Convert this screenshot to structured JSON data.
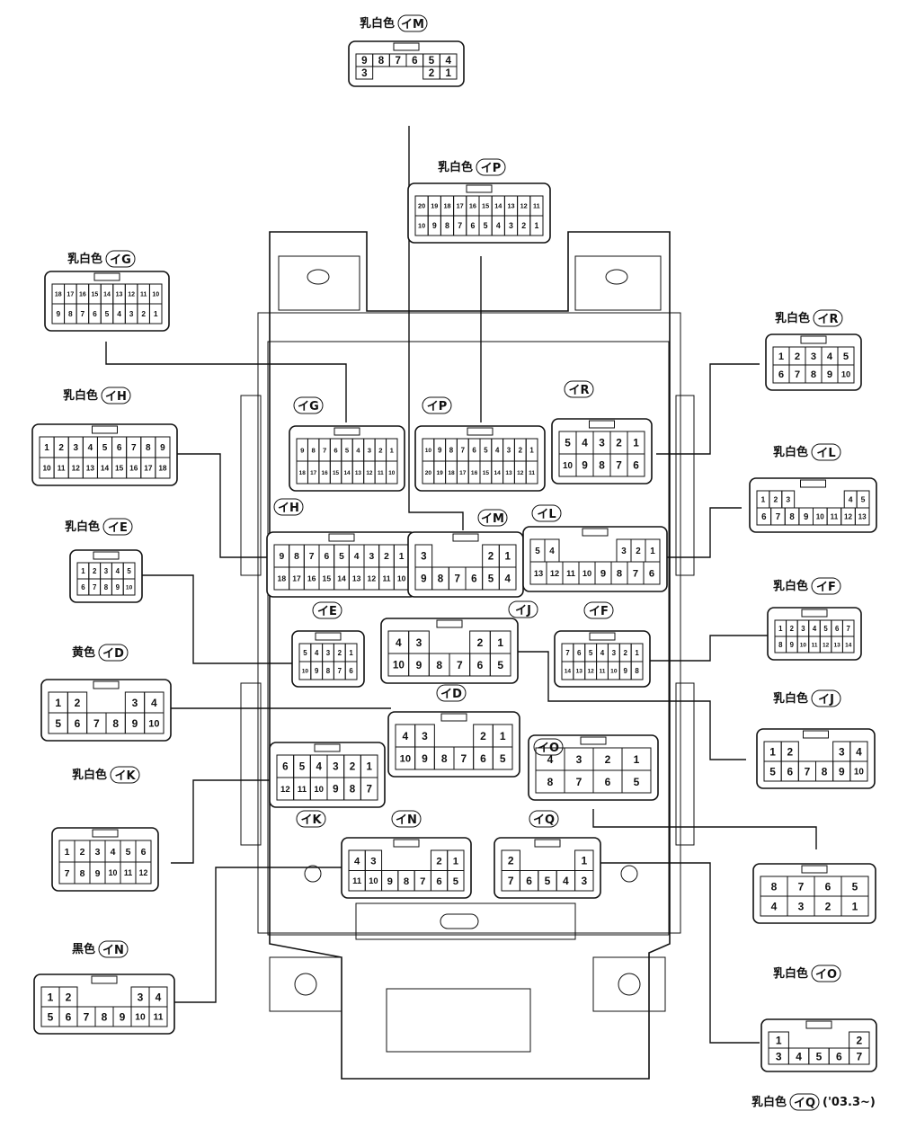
{
  "title": "Junction block connector diagram",
  "colors": {
    "ink": "#111111",
    "paper": "#ffffff"
  },
  "color_words": {
    "milky_white": "乳白色",
    "yellow": "黄色",
    "black": "黒色"
  },
  "connectors": [
    {
      "id": "イM",
      "color": "乳白色",
      "rows": [
        [
          "9",
          "8",
          "7",
          "6",
          "5",
          "4"
        ],
        [
          "3",
          "",
          "",
          "",
          "2",
          "1"
        ]
      ]
    },
    {
      "id": "イP",
      "color": "乳白色",
      "rows": [
        [
          "20",
          "19",
          "18",
          "17",
          "16",
          "15",
          "14",
          "13",
          "12",
          "11"
        ],
        [
          "10",
          "9",
          "8",
          "7",
          "6",
          "5",
          "4",
          "3",
          "2",
          "1"
        ]
      ]
    },
    {
      "id": "イG",
      "color": "乳白色",
      "rows": [
        [
          "18",
          "17",
          "16",
          "15",
          "14",
          "13",
          "12",
          "11",
          "10"
        ],
        [
          "9",
          "8",
          "7",
          "6",
          "5",
          "4",
          "3",
          "2",
          "1"
        ]
      ]
    },
    {
      "id": "イR",
      "color": "乳白色",
      "rows": [
        [
          "1",
          "2",
          "3",
          "4",
          "5"
        ],
        [
          "6",
          "7",
          "8",
          "9",
          "10"
        ]
      ]
    },
    {
      "id": "イH",
      "color": "乳白色",
      "rows": [
        [
          "1",
          "2",
          "3",
          "4",
          "5",
          "6",
          "7",
          "8",
          "9"
        ],
        [
          "10",
          "11",
          "12",
          "13",
          "14",
          "15",
          "16",
          "17",
          "18"
        ]
      ]
    },
    {
      "id": "イL",
      "color": "乳白色",
      "rows": [
        [
          "1",
          "2",
          "3",
          "",
          "",
          "",
          "",
          "4",
          "5"
        ],
        [
          "6",
          "7",
          "8",
          "9",
          "10",
          "11",
          "12",
          "13"
        ]
      ]
    },
    {
      "id": "イE",
      "color": "乳白色",
      "rows": [
        [
          "1",
          "2",
          "3",
          "4",
          "5"
        ],
        [
          "6",
          "7",
          "8",
          "9",
          "10"
        ]
      ]
    },
    {
      "id": "イF",
      "color": "乳白色",
      "rows": [
        [
          "1",
          "2",
          "3",
          "4",
          "5",
          "6",
          "7"
        ],
        [
          "8",
          "9",
          "10",
          "11",
          "12",
          "13",
          "14"
        ]
      ]
    },
    {
      "id": "イD",
      "color": "黄色",
      "rows": [
        [
          "1",
          "2",
          "",
          "",
          "3",
          "4"
        ],
        [
          "5",
          "6",
          "7",
          "8",
          "9",
          "10"
        ]
      ]
    },
    {
      "id": "イJ",
      "color": "乳白色",
      "rows": [
        [
          "1",
          "2",
          "",
          "",
          "3",
          "4"
        ],
        [
          "5",
          "6",
          "7",
          "8",
          "9",
          "10"
        ]
      ]
    },
    {
      "id": "イK",
      "color": "乳白色",
      "rows": [
        [
          "1",
          "2",
          "3",
          "4",
          "5",
          "6"
        ],
        [
          "7",
          "8",
          "9",
          "10",
          "11",
          "12"
        ]
      ]
    },
    {
      "id": "イO",
      "color": "乳白色",
      "rows": [
        [
          "8",
          "7",
          "6",
          "5"
        ],
        [
          "4",
          "3",
          "2",
          "1"
        ]
      ]
    },
    {
      "id": "イN",
      "color": "黒色",
      "rows": [
        [
          "1",
          "2",
          "",
          "",
          "",
          "3",
          "4"
        ],
        [
          "5",
          "6",
          "7",
          "8",
          "9",
          "10",
          "11"
        ]
      ]
    },
    {
      "id": "イQ",
      "color": "乳白色",
      "note": "('03.3~)",
      "rows": [
        [
          "1",
          "",
          "",
          "",
          "2"
        ],
        [
          "3",
          "4",
          "5",
          "6",
          "7"
        ]
      ]
    }
  ],
  "block_connectors": [
    {
      "id": "イG",
      "rows": [
        [
          "9",
          "8",
          "7",
          "6",
          "5",
          "4",
          "3",
          "2",
          "1"
        ],
        [
          "18",
          "17",
          "16",
          "15",
          "14",
          "13",
          "12",
          "11",
          "10"
        ]
      ]
    },
    {
      "id": "イP",
      "rows": [
        [
          "10",
          "9",
          "8",
          "7",
          "6",
          "5",
          "4",
          "3",
          "2",
          "1"
        ],
        [
          "20",
          "19",
          "18",
          "17",
          "16",
          "15",
          "14",
          "13",
          "12",
          "11"
        ]
      ]
    },
    {
      "id": "イR",
      "rows": [
        [
          "5",
          "4",
          "3",
          "2",
          "1"
        ],
        [
          "10",
          "9",
          "8",
          "7",
          "6"
        ]
      ]
    },
    {
      "id": "イH",
      "rows": [
        [
          "9",
          "8",
          "7",
          "6",
          "5",
          "4",
          "3",
          "2",
          "1"
        ],
        [
          "18",
          "17",
          "16",
          "15",
          "14",
          "13",
          "12",
          "11",
          "10"
        ]
      ]
    },
    {
      "id": "イM",
      "rows": [
        [
          "3",
          "",
          "",
          "",
          "2",
          "1"
        ],
        [
          "9",
          "8",
          "7",
          "6",
          "5",
          "4"
        ]
      ]
    },
    {
      "id": "イL",
      "rows": [
        [
          "5",
          "4",
          "",
          "",
          "",
          "",
          "3",
          "2",
          "1"
        ],
        [
          "13",
          "12",
          "11",
          "10",
          "9",
          "8",
          "7",
          "6"
        ]
      ]
    },
    {
      "id": "イE",
      "rows": [
        [
          "5",
          "4",
          "3",
          "2",
          "1"
        ],
        [
          "10",
          "9",
          "8",
          "7",
          "6"
        ]
      ]
    },
    {
      "id": "イJ",
      "rows": [
        [
          "4",
          "3",
          "",
          "",
          "2",
          "1"
        ],
        [
          "10",
          "9",
          "8",
          "7",
          "6",
          "5"
        ]
      ]
    },
    {
      "id": "イF",
      "rows": [
        [
          "7",
          "6",
          "5",
          "4",
          "3",
          "2",
          "1"
        ],
        [
          "14",
          "13",
          "12",
          "11",
          "10",
          "9",
          "8"
        ]
      ]
    },
    {
      "id": "イD",
      "rows": [
        [
          "4",
          "3",
          "",
          "",
          "2",
          "1"
        ],
        [
          "10",
          "9",
          "8",
          "7",
          "6",
          "5"
        ]
      ]
    },
    {
      "id": "イO",
      "rows": [
        [
          "4",
          "3",
          "2",
          "1"
        ],
        [
          "8",
          "7",
          "6",
          "5"
        ]
      ]
    },
    {
      "id": "イK",
      "rows": [
        [
          "6",
          "5",
          "4",
          "3",
          "2",
          "1"
        ],
        [
          "12",
          "11",
          "10",
          "9",
          "8",
          "7"
        ]
      ]
    },
    {
      "id": "イN",
      "rows": [
        [
          "4",
          "3",
          "",
          "",
          "",
          "2",
          "1"
        ],
        [
          "11",
          "10",
          "9",
          "8",
          "7",
          "6",
          "5"
        ]
      ]
    },
    {
      "id": "イQ",
      "rows": [
        [
          "2",
          "",
          "",
          "",
          "1"
        ],
        [
          "7",
          "6",
          "5",
          "4",
          "3"
        ]
      ]
    }
  ]
}
